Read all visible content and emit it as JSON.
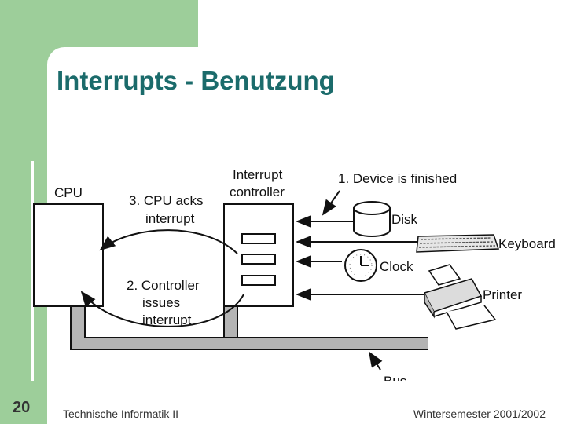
{
  "slide": {
    "title": "Interrupts - Benutzung",
    "page_number": "20",
    "course": "Technische Informatik II",
    "semester": "Wintersemester 2001/2002"
  },
  "diagram": {
    "cpu_label": "CPU",
    "controller_label_1": "Interrupt",
    "controller_label_2": "controller",
    "step1": "1. Device is finished",
    "step3_line1": "3. CPU acks",
    "step3_line2": "interrupt",
    "step2_line1": "2. Controller",
    "step2_line2": "issues",
    "step2_line3": "interrupt",
    "disk_label": "Disk",
    "keyboard_label": "Keyboard",
    "clock_label": "Clock",
    "printer_label": "Printer",
    "bus_label": "Bus"
  }
}
